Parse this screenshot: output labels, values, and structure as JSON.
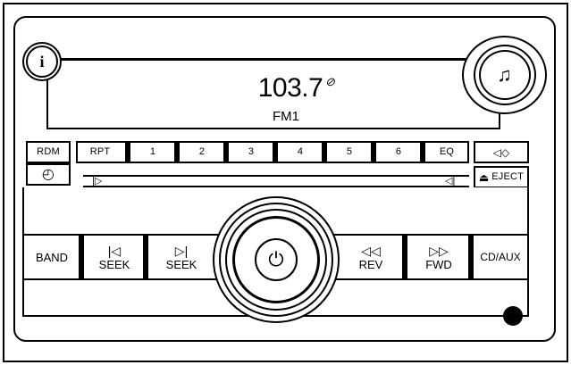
{
  "display": {
    "frequency": "103.7",
    "band": "FM1",
    "rds_symbol": "⊘"
  },
  "top_row": {
    "rdm": "RDM",
    "rpt": "RPT",
    "presets": [
      "1",
      "2",
      "3",
      "4",
      "5",
      "6"
    ],
    "eq": "EQ",
    "audio_icon": "◁◇"
  },
  "second_row": {
    "clock_icon": "◴",
    "eject_label": "EJECT",
    "eject_icon": "⏏"
  },
  "bottom_row": {
    "band": "BAND",
    "seek_back": "SEEK",
    "seek_back_icon": "|◁",
    "seek_fwd": "SEEK",
    "seek_fwd_icon": "▷|",
    "rev": "REV",
    "rev_icon": "◁◁",
    "fwd": "FWD",
    "fwd_icon": "▷▷",
    "cd_aux": "CD/AUX"
  },
  "knobs": {
    "info_icon": "i",
    "music_icon": "♫",
    "power_icon": "⏻"
  },
  "progress_markers": {
    "left": "|▷",
    "right": "◁|"
  }
}
